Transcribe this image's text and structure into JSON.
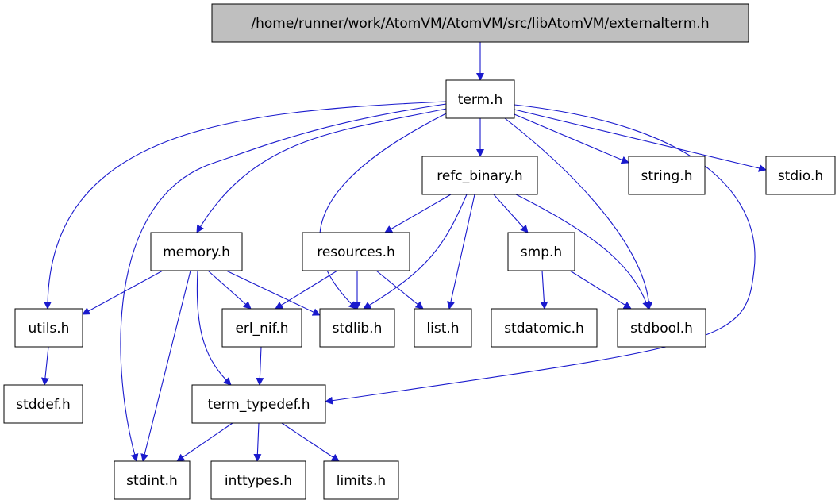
{
  "nodes": [
    {
      "id": "root",
      "label": "/home/runner/work/AtomVM/AtomVM/src/libAtomVM/externalterm.h",
      "fill": "#bfbfbf"
    },
    {
      "id": "term",
      "label": "term.h",
      "fill": "#ffffff"
    },
    {
      "id": "refc_binary",
      "label": "refc_binary.h",
      "fill": "#ffffff"
    },
    {
      "id": "string",
      "label": "string.h",
      "fill": "#ffffff"
    },
    {
      "id": "stdio",
      "label": "stdio.h",
      "fill": "#ffffff"
    },
    {
      "id": "memory",
      "label": "memory.h",
      "fill": "#ffffff"
    },
    {
      "id": "resources",
      "label": "resources.h",
      "fill": "#ffffff"
    },
    {
      "id": "smp",
      "label": "smp.h",
      "fill": "#ffffff"
    },
    {
      "id": "utils",
      "label": "utils.h",
      "fill": "#ffffff"
    },
    {
      "id": "erl_nif",
      "label": "erl_nif.h",
      "fill": "#ffffff"
    },
    {
      "id": "stdlib",
      "label": "stdlib.h",
      "fill": "#ffffff"
    },
    {
      "id": "list",
      "label": "list.h",
      "fill": "#ffffff"
    },
    {
      "id": "stdatomic",
      "label": "stdatomic.h",
      "fill": "#ffffff"
    },
    {
      "id": "stdbool",
      "label": "stdbool.h",
      "fill": "#ffffff"
    },
    {
      "id": "stddef",
      "label": "stddef.h",
      "fill": "#ffffff"
    },
    {
      "id": "term_typedef",
      "label": "term_typedef.h",
      "fill": "#ffffff"
    },
    {
      "id": "stdint",
      "label": "stdint.h",
      "fill": "#ffffff"
    },
    {
      "id": "inttypes",
      "label": "inttypes.h",
      "fill": "#ffffff"
    },
    {
      "id": "limits",
      "label": "limits.h",
      "fill": "#ffffff"
    }
  ],
  "edges": [
    {
      "from": "root",
      "to": "term"
    },
    {
      "from": "term",
      "to": "refc_binary"
    },
    {
      "from": "term",
      "to": "string"
    },
    {
      "from": "term",
      "to": "stdio"
    },
    {
      "from": "term",
      "to": "memory"
    },
    {
      "from": "term",
      "to": "utils"
    },
    {
      "from": "term",
      "to": "stdint"
    },
    {
      "from": "term",
      "to": "stdlib"
    },
    {
      "from": "term",
      "to": "stdbool"
    },
    {
      "from": "term",
      "to": "term_typedef"
    },
    {
      "from": "refc_binary",
      "to": "resources"
    },
    {
      "from": "refc_binary",
      "to": "smp"
    },
    {
      "from": "refc_binary",
      "to": "stdlib"
    },
    {
      "from": "refc_binary",
      "to": "list"
    },
    {
      "from": "refc_binary",
      "to": "stdbool"
    },
    {
      "from": "memory",
      "to": "utils"
    },
    {
      "from": "memory",
      "to": "erl_nif"
    },
    {
      "from": "memory",
      "to": "stdlib"
    },
    {
      "from": "memory",
      "to": "term_typedef"
    },
    {
      "from": "memory",
      "to": "stdint"
    },
    {
      "from": "resources",
      "to": "erl_nif"
    },
    {
      "from": "resources",
      "to": "stdlib"
    },
    {
      "from": "resources",
      "to": "list"
    },
    {
      "from": "smp",
      "to": "stdatomic"
    },
    {
      "from": "smp",
      "to": "stdbool"
    },
    {
      "from": "utils",
      "to": "stddef"
    },
    {
      "from": "erl_nif",
      "to": "term_typedef"
    },
    {
      "from": "term_typedef",
      "to": "stdint"
    },
    {
      "from": "term_typedef",
      "to": "inttypes"
    },
    {
      "from": "term_typedef",
      "to": "limits"
    }
  ],
  "colors": {
    "edge": "#1a1acd",
    "node_border": "#000000"
  }
}
